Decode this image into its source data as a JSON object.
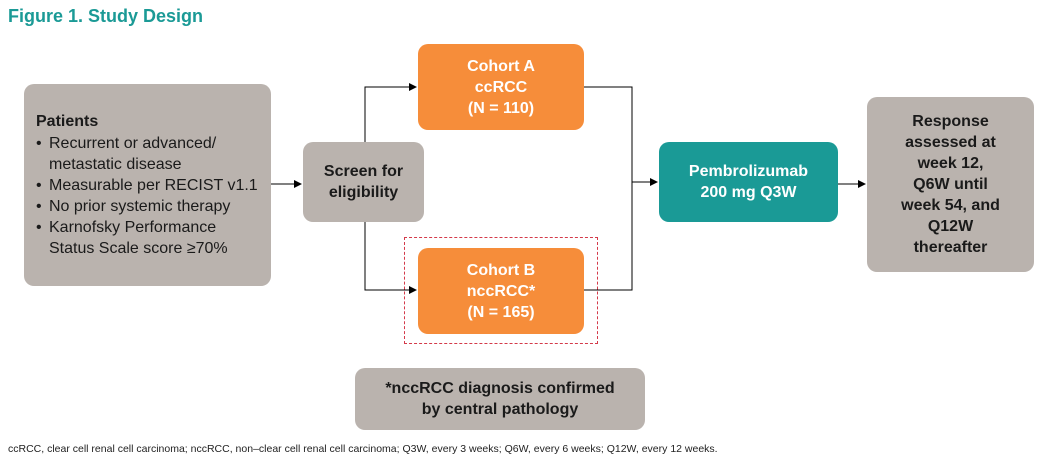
{
  "title": "Figure 1. Study Design",
  "patients": {
    "heading": "Patients",
    "items": [
      "Recurrent or advanced/ metastatic disease",
      "Measurable per RECIST v1.1",
      "No prior systemic therapy",
      "Karnofsky Performance Status Scale score ≥70%"
    ]
  },
  "screen": {
    "line1": "Screen for",
    "line2": "eligibility"
  },
  "cohort_a": {
    "name": "Cohort A",
    "type": "ccRCC",
    "n": "(N = 110)"
  },
  "cohort_b": {
    "name": "Cohort B",
    "type": "nccRCC*",
    "n": "(N = 165)"
  },
  "treatment": {
    "drug": "Pembrolizumab",
    "dose": "200 mg Q3W"
  },
  "response": {
    "lines": [
      "Response",
      "assessed at",
      "week 12,",
      "Q6W until",
      "week 54, and",
      "Q12W",
      "thereafter"
    ]
  },
  "footnote": {
    "line1": "*nccRCC diagnosis confirmed",
    "line2": "by central pathology"
  },
  "caption": "ccRCC, clear cell renal cell carcinoma; nccRCC, non–clear cell renal cell carcinoma; Q3W, every 3 weeks; Q6W, every 6 weeks; Q12W, every 12 weeks.",
  "colors": {
    "title": "#1b9a96",
    "gray_box": "#bab3ae",
    "cohort_box": "#f68d3a",
    "treatment_box": "#1a9a96",
    "dashed_outline": "#d43a4a"
  }
}
